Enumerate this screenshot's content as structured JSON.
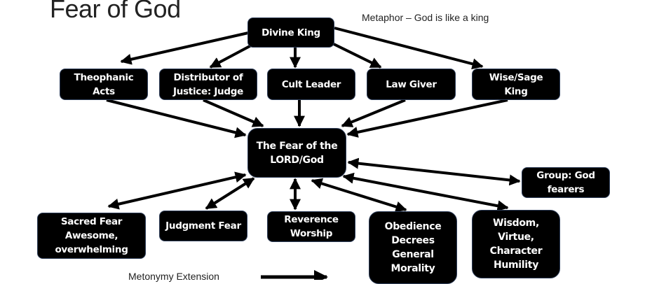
{
  "title": "Fear of God",
  "caption": "Metaphor – God is like a king",
  "legend": {
    "label": "Metonymy Extension",
    "icon": "right-arrow-icon"
  },
  "nodes": {
    "divine_king": "Divine King",
    "theophanic_acts": "Theophanic\nActs",
    "distributor_of_justice": "Distributor of\nJustice: Judge",
    "cult_leader": "Cult Leader",
    "law_giver": "Law Giver",
    "wise_sage_king": "Wise/Sage\nKing",
    "fear_of_the_lord": "The Fear of the\nLORD/God",
    "group_god_fearers": "Group: God\nfearers",
    "sacred_fear": "Sacred Fear\nAwesome,\noverwhelming",
    "judgment_fear": "Judgment Fear",
    "reverence_worship": "Reverence\nWorship",
    "obedience": "Obedience\nDecrees\nGeneral\nMorality",
    "wisdom": "Wisdom,\nVirtue,\nCharacter\nHumility"
  },
  "edges": [
    {
      "from": "divine_king",
      "to": "theophanic_acts",
      "type": "one-way"
    },
    {
      "from": "divine_king",
      "to": "distributor_of_justice",
      "type": "one-way"
    },
    {
      "from": "divine_king",
      "to": "cult_leader",
      "type": "one-way"
    },
    {
      "from": "divine_king",
      "to": "law_giver",
      "type": "one-way"
    },
    {
      "from": "divine_king",
      "to": "wise_sage_king",
      "type": "one-way"
    },
    {
      "from": "theophanic_acts",
      "to": "fear_of_the_lord",
      "type": "one-way"
    },
    {
      "from": "distributor_of_justice",
      "to": "fear_of_the_lord",
      "type": "one-way"
    },
    {
      "from": "cult_leader",
      "to": "fear_of_the_lord",
      "type": "one-way"
    },
    {
      "from": "law_giver",
      "to": "fear_of_the_lord",
      "type": "one-way"
    },
    {
      "from": "wise_sage_king",
      "to": "fear_of_the_lord",
      "type": "one-way"
    },
    {
      "from": "fear_of_the_lord",
      "to": "group_god_fearers",
      "type": "two-way"
    },
    {
      "from": "fear_of_the_lord",
      "to": "sacred_fear",
      "type": "two-way"
    },
    {
      "from": "fear_of_the_lord",
      "to": "judgment_fear",
      "type": "two-way"
    },
    {
      "from": "fear_of_the_lord",
      "to": "reverence_worship",
      "type": "two-way"
    },
    {
      "from": "fear_of_the_lord",
      "to": "obedience",
      "type": "two-way"
    },
    {
      "from": "fear_of_the_lord",
      "to": "wisdom",
      "type": "two-way"
    }
  ]
}
